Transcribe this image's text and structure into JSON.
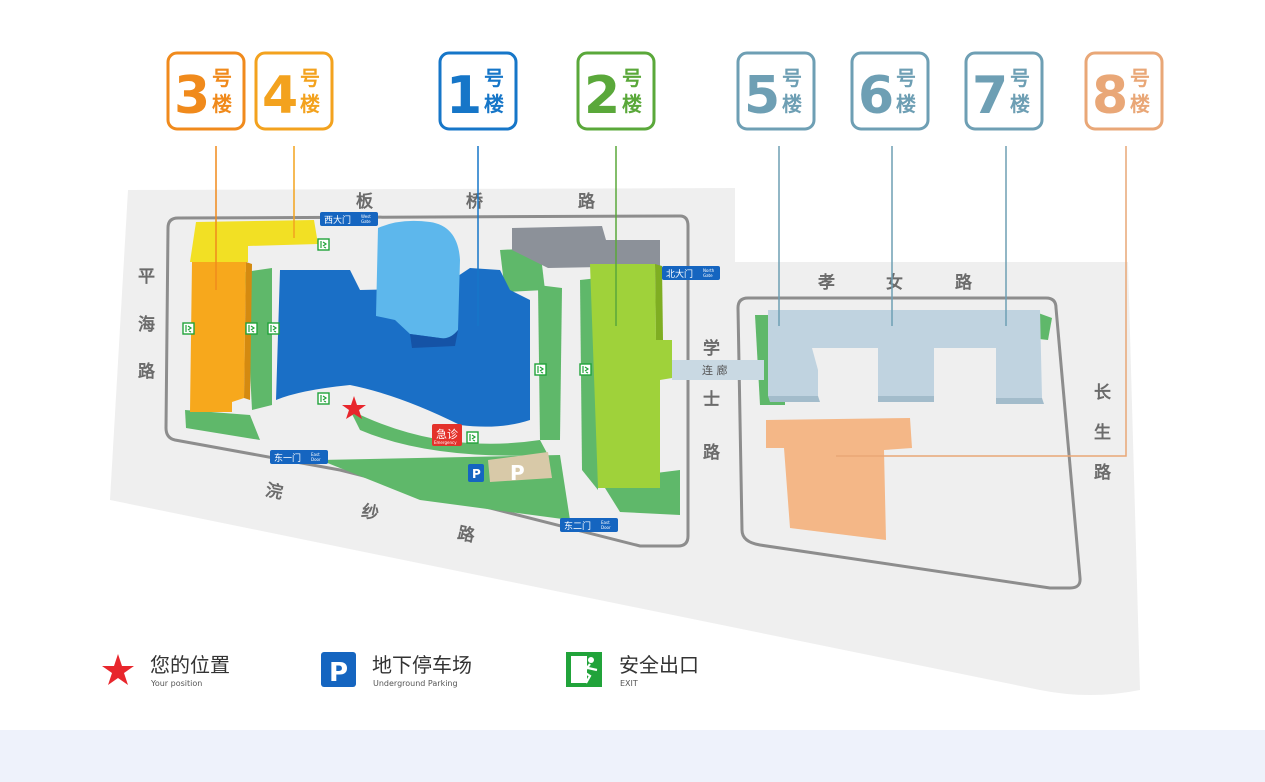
{
  "buildings": [
    {
      "id": "b3",
      "num": "3",
      "suffix_top": "号",
      "suffix_bottom": "楼",
      "color": "#f08a1c"
    },
    {
      "id": "b4",
      "num": "4",
      "suffix_top": "号",
      "suffix_bottom": "楼",
      "color": "#f3a21e"
    },
    {
      "id": "b1",
      "num": "1",
      "suffix_top": "号",
      "suffix_bottom": "楼",
      "color": "#1676c8"
    },
    {
      "id": "b2",
      "num": "2",
      "suffix_top": "号",
      "suffix_bottom": "楼",
      "color": "#5aa83a"
    },
    {
      "id": "b5",
      "num": "5",
      "suffix_top": "号",
      "suffix_bottom": "楼",
      "color": "#6e9fb4"
    },
    {
      "id": "b6",
      "num": "6",
      "suffix_top": "号",
      "suffix_bottom": "楼",
      "color": "#6e9fb4"
    },
    {
      "id": "b7",
      "num": "7",
      "suffix_top": "号",
      "suffix_bottom": "楼",
      "color": "#6e9fb4"
    },
    {
      "id": "b8",
      "num": "8",
      "suffix_top": "号",
      "suffix_bottom": "楼",
      "color": "#e9a777"
    }
  ],
  "roads": {
    "banqiao": [
      "板",
      "桥",
      "路"
    ],
    "pinghai": [
      "平",
      "海",
      "路"
    ],
    "xiaonv": [
      "孝",
      "女",
      "路"
    ],
    "xueshi": [
      "学",
      "士",
      "路"
    ],
    "changsheng": [
      "长",
      "生",
      "路"
    ],
    "huansha": [
      "浣",
      "纱",
      "路"
    ]
  },
  "gates": {
    "west": {
      "cn": "西大门",
      "en1": "West",
      "en2": "Gate"
    },
    "north": {
      "cn": "北大门",
      "en1": "North",
      "en2": "Gate"
    },
    "east1": {
      "cn": "东一门",
      "en1": "East",
      "en2": "Door"
    },
    "east2": {
      "cn": "东二门",
      "en1": "East",
      "en2": "Door"
    }
  },
  "corridor": "连 廊",
  "emergency": {
    "cn": "急诊",
    "en": "Emergency"
  },
  "parking_mark": "P",
  "legend": [
    {
      "cn": "您的位置",
      "en": "Your position",
      "icon": "star-icon"
    },
    {
      "cn": "地下停车场",
      "en": "Underground Parking",
      "icon": "parking-icon"
    },
    {
      "cn": "安全出口",
      "en": "EXIT",
      "icon": "exit-icon"
    }
  ],
  "colors": {
    "your_position": "#e8262c",
    "parking": "#1565c0",
    "exit": "#21a33a",
    "grass": "#5fb86a",
    "ground": "#efefef",
    "gate_label": "#1565c0"
  }
}
